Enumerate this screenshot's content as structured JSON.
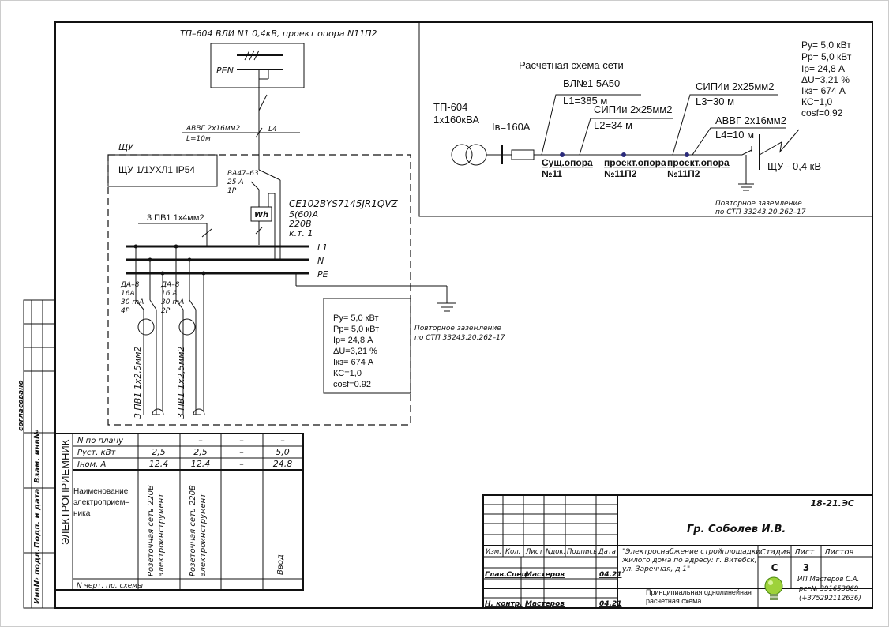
{
  "supply_tp": "ТП–604  ВЛИ N1 0,4кВ,  проект опора N11П2",
  "pen_label": "PEN",
  "cable_main": "АВВГ 2х16мм2",
  "cable_main_length": "L=10м",
  "cable_main_ref": "L4",
  "panel_tag": "ЩУ",
  "panel_name": "ЩУ 1/1УХЛ1 IP54",
  "breaker": [
    "ВА47–63",
    "25 А",
    "1Р"
  ],
  "meter_symbol": "Wh",
  "meter": [
    "CE102BYS7145JR1QVZ",
    "5(60)А",
    "220В",
    "к.т. 1"
  ],
  "busbar_cable": "3 ПВ1 1х4мм2",
  "bus_labels": [
    "L1",
    "N",
    "PE"
  ],
  "rcd1": [
    "ДА–8",
    "16А",
    "30 mА",
    "4Р"
  ],
  "rcd2": [
    "ДА–8",
    "16 А",
    "30 mА",
    "2Р"
  ],
  "outgoing_cable": "3  ПВ1  1х2,5мм2",
  "params": [
    "Ру= 5,0  кВт",
    "Рр= 5,0  кВт",
    "Iр= 24,8 А",
    "ΔU=3,21 %",
    "Iкз= 674 А",
    "КС=1,0",
    "cosf=0.92"
  ],
  "grounding": [
    "Повторное заземление",
    "по СТП 33243.20.262–17"
  ],
  "network": {
    "title": "Расчетная схема сети",
    "tp": [
      "ТП-604",
      "1х160кВА"
    ],
    "iv": "Iв=160А",
    "l1": [
      "ВЛ№1 5А50",
      "L1=385 м"
    ],
    "l2": [
      "СИП4и 2х25мм2",
      "L2=34 м"
    ],
    "l3": [
      "СИП4и 2х25мм2",
      "L3=30 м"
    ],
    "l4": [
      "АВВГ 2х16мм2",
      "L4=10 м"
    ],
    "poles": [
      [
        "Сущ.опора",
        "№11"
      ],
      [
        "проект.опора",
        "№11П2"
      ],
      [
        "проект.опора",
        "№11П2"
      ]
    ],
    "panel": "ЩУ - 0,4 кВ",
    "params": [
      "Ру= 5,0  кВт",
      "Рр= 5,0  кВт",
      "Iр= 24,8 А",
      "ΔU=3,21 %",
      "Iкз= 674 А",
      "КС=1,0",
      "cosf=0.92"
    ],
    "grounding": [
      "Повторное заземление",
      "по СТП 33243.20.262–17"
    ]
  },
  "receivers_table": {
    "side_label": "ЭЛЕКТРОПРИЕМНИК",
    "row_labels": [
      "N  по  плану",
      "Руст.  кВт",
      "Iном.   А"
    ],
    "name_label": "Наименование электроприем–ника",
    "scheme_label": "N  черт.  пр.  схемы",
    "columns": [
      {
        "plan": "",
        "p": "2,5",
        "i": "12,4",
        "name": "Розеточная  сеть  220В  электроинструмент"
      },
      {
        "plan": "–",
        "p": "2,5",
        "i": "12,4",
        "name": "Розеточная  сеть  220В  электроинструмент"
      },
      {
        "plan": "–",
        "p": "–",
        "i": "–",
        "name": ""
      },
      {
        "plan": "–",
        "p": "5,0",
        "i": "24,8",
        "name": "Ввод"
      }
    ]
  },
  "left_stamp": [
    "Инв№  подл.",
    "Подп. и дата",
    "Взам. инв№",
    "согласовано"
  ],
  "title_block": {
    "code": "18-21.ЭС",
    "customer": "Гр.  Соболев И.В.",
    "headers": [
      "Изм.",
      "Кол.",
      "Лист",
      "Nдок.",
      "Подпись",
      "Дата"
    ],
    "roles": [
      {
        "role": "Глав.Спец.",
        "name": "Мастеров",
        "date": "04.21"
      },
      {
        "role": "Н.  контр.",
        "name": "Мастеров",
        "date": "04.21"
      }
    ],
    "description": "\"Электроснабжение стройплощадки жилого дома  по  адресу: г. Витебск, ул. Заречная, д.1\"",
    "stage_label": "Стадия",
    "sheet_label": "Лист",
    "sheets_label": "Листов",
    "stage": "С",
    "sheet": "3",
    "drawing_name": "Принципиальная однолинейная расчетная схема",
    "company": [
      "ИП Мастеров С.А.",
      "рег№ 391653869",
      "(+375292112636)"
    ]
  }
}
